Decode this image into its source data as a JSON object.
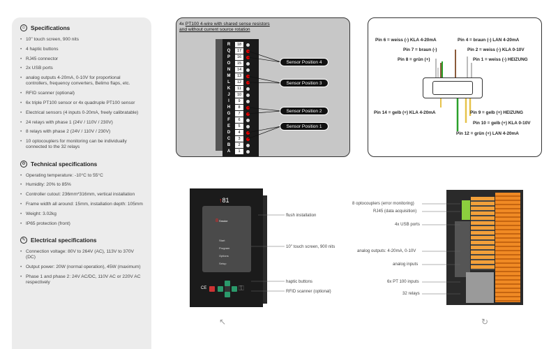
{
  "specifications": {
    "title": "Specifications",
    "items": [
      "10\" touch screen, 900 nits",
      "4 haptic buttons",
      "RJ45 connector",
      "2x USB ports",
      "analog outputs 4-20mA, 0-10V for proportional controllers, frequency converters, Belimo flaps, etc.",
      "RFID scanner (optional)",
      "6x triple PT100 sensor or 4x quadruple PT100 sensor",
      "Electrical sensors (4 inputs 0-20mA, freely calibratable)",
      "24 relays with phase 1 (24V / 110V / 230V)",
      "8 relays with phase 2 (24V / 110V / 230V)",
      "10 optocouplers for monitoring can be individually connected to the 32 relays"
    ]
  },
  "technical": {
    "title": "Technical specifications",
    "items": [
      "Operating temperature: -10°C to 55°C",
      "Humidity: 20% to 85%",
      "Controller cutout: 236mm*316mm, vertical installation",
      "Frame width all around: 15mm, installation depth: 105mm",
      "Weight: 3.02kg",
      "IP65 protection (front)"
    ]
  },
  "electrical": {
    "title": "Electrical specifications",
    "items": [
      "Connection voltage: 80V to 264V (AC), 113V to 370V (DC)",
      "Output power: 20W (normal operation), 45W (maximum)",
      "Phase 1 and phase 2: 24V AC/DC, 110V AC or 220V AC respectively"
    ]
  },
  "pt100": {
    "title_line1_prefix": "4x ",
    "title_line1_u": "PT100 4-wire with shared sense resistors",
    "title_line2_u": "and without current source rotation",
    "rows": [
      {
        "letter": "R",
        "num": "18",
        "red": false
      },
      {
        "letter": "Q",
        "num": "17",
        "red": true
      },
      {
        "letter": "P",
        "num": "16",
        "red": true
      },
      {
        "letter": "O",
        "num": "15",
        "red": false
      },
      {
        "letter": "N",
        "num": "14",
        "red": false
      },
      {
        "letter": "M",
        "num": "13",
        "red": true
      },
      {
        "letter": "L",
        "num": "12",
        "red": true
      },
      {
        "letter": "K",
        "num": "11",
        "red": false
      },
      {
        "letter": "J",
        "num": "10",
        "red": false
      },
      {
        "letter": "I",
        "num": "9",
        "red": false
      },
      {
        "letter": "H",
        "num": "8",
        "red": true
      },
      {
        "letter": "G",
        "num": "7",
        "red": true
      },
      {
        "letter": "F",
        "num": "6",
        "red": false
      },
      {
        "letter": "E",
        "num": "5",
        "red": false
      },
      {
        "letter": "D",
        "num": "4",
        "red": true
      },
      {
        "letter": "C",
        "num": "3",
        "red": true
      },
      {
        "letter": "B",
        "num": "2",
        "red": false
      },
      {
        "letter": "A",
        "num": "1",
        "red": false
      }
    ],
    "sensors": [
      "Sensor Position 4",
      "Sensor Position 3",
      "Sensor Position 2",
      "Sensor Position 1"
    ]
  },
  "connector": {
    "pins_left": [
      "Pin 6 = weiss (-) KLA 4-20mA",
      "Pin 7 = braun (-)",
      "Pin 8 = grün (+)"
    ],
    "pins_right": [
      "Pin 4 = braun (-) LAN 4-20mA",
      "Pin 2 = weiss (-) KLA 0-10V",
      "Pin 1 = weiss (-) HEIZUNG"
    ],
    "pins_bottom_left": [
      "Pin 14 = gelb (+) KLA 4-20mA"
    ],
    "pins_bottom_right": [
      "Pin 9 = gelb (+) HEIZUNG",
      "Pin 10 = gelb (+) KLA 0-10V",
      "Pin 12 = grün (+) LAN 4-20mA"
    ]
  },
  "device1": {
    "logo": "81",
    "brand": "Smoke",
    "menu": [
      "Start",
      "Program",
      "Options",
      "Setup"
    ],
    "ce": "CE",
    "labels": [
      "flush installation",
      "10\" touch screen, 900 nits",
      "haptic buttons",
      "RFID scanner (optional)"
    ]
  },
  "device2": {
    "labels": [
      "8 optocouplers (error monitoring)",
      "RJ45 (data acquisition)",
      "4x USB ports",
      "analog outputs: 4-20mA, 0-10V",
      "analog inputs",
      "6x PT 100 inputs",
      "32 relays"
    ]
  }
}
